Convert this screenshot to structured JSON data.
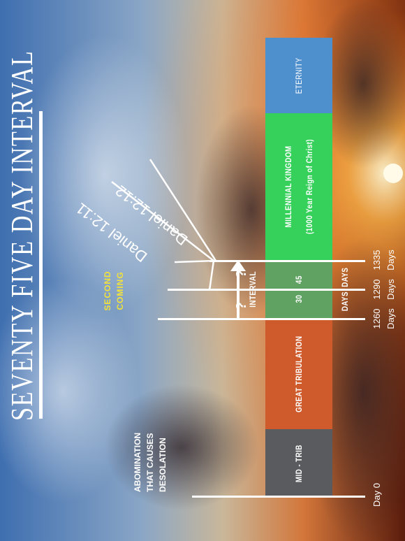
{
  "title": "SEVENTY FIVE DAY INTERVAL",
  "timeline": {
    "segments": [
      {
        "lines": [
          "MID - TRIB"
        ],
        "color": "#5a5b5e"
      },
      {
        "lines": [
          "GREAT TRIBULATION"
        ],
        "color": "#cf5a2c"
      },
      {
        "lines": [
          "INTERVAL",
          "30     45",
          "DAYS  DAYS"
        ],
        "color": "#5fa261"
      },
      {
        "lines": [
          "MILLENNIAL KINGDOM",
          "(1000 Year Reign of Christ)"
        ],
        "color": "#35d15a"
      },
      {
        "lines": [
          "ETERNITY"
        ],
        "color": "#4e8fcd"
      }
    ],
    "day_labels": [
      {
        "top": "Day 0",
        "bottom": ""
      },
      {
        "top": "1260",
        "bottom": "Days"
      },
      {
        "top": "1290",
        "bottom": "Days"
      },
      {
        "top": "1335",
        "bottom": "Days"
      }
    ]
  },
  "annotations": {
    "abomination": [
      "ABOMINATION",
      "THAT CAUSES",
      "DESOLATION"
    ],
    "second_coming": [
      "SECOND",
      "COMING"
    ],
    "daniel_1": "Daniel 12:11",
    "daniel_2": "Daniel 12:12",
    "question_marks": [
      "?",
      "?"
    ]
  },
  "colors": {
    "accent_yellow": "#f3e23a",
    "sky_top": "#3f6fb0",
    "sun_glow": "#ff8a2a"
  }
}
